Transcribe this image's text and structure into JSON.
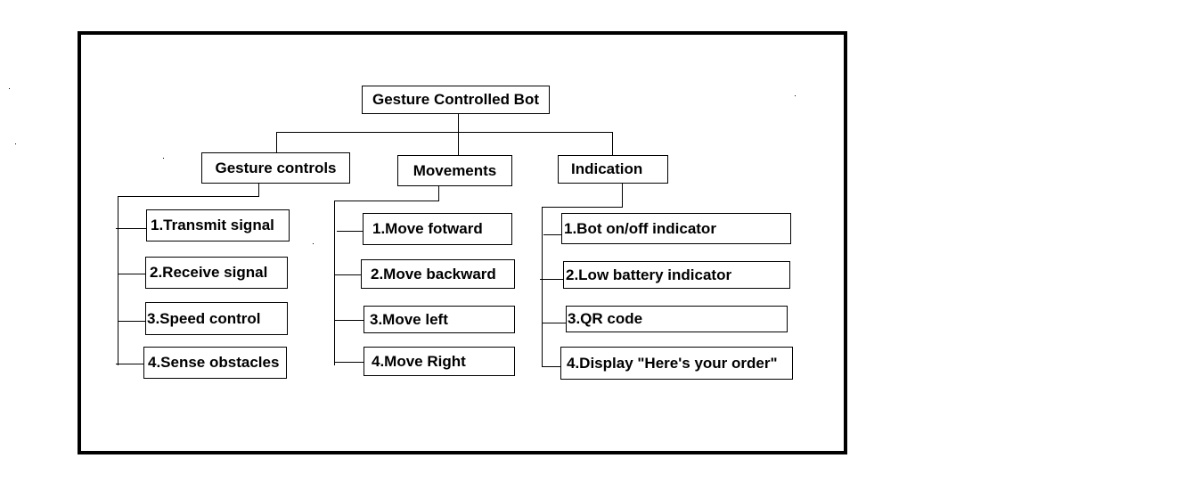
{
  "diagram": {
    "root": {
      "label": "Gesture Controlled Bot"
    },
    "branches": [
      {
        "label": "Gesture controls",
        "items": [
          "1.Transmit signal",
          "2.Receive signal",
          "3.Speed control",
          "4.Sense obstacles"
        ]
      },
      {
        "label": "Movements",
        "items": [
          "1.Move fotward",
          "2.Move backward",
          "3.Move left",
          "4.Move Right"
        ]
      },
      {
        "label": "Indication",
        "items": [
          "1.Bot on/off indicator",
          "2.Low battery indicator",
          "3.QR code",
          "4.Display \"Here's your order\""
        ]
      }
    ]
  }
}
